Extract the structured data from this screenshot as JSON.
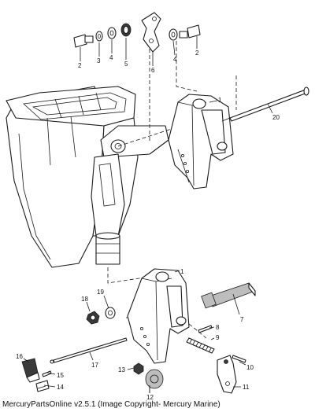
{
  "callouts": [
    "2",
    "3",
    "4",
    "5",
    "6",
    "4",
    "2",
    "1",
    "20",
    "1",
    "7",
    "18",
    "19",
    "8",
    "9",
    "16",
    "17",
    "15",
    "14",
    "13",
    "12",
    "10",
    "11"
  ],
  "caption": "MercuryPartsOnline v2.5.1 (Image Copyright- Mercury Marine)"
}
